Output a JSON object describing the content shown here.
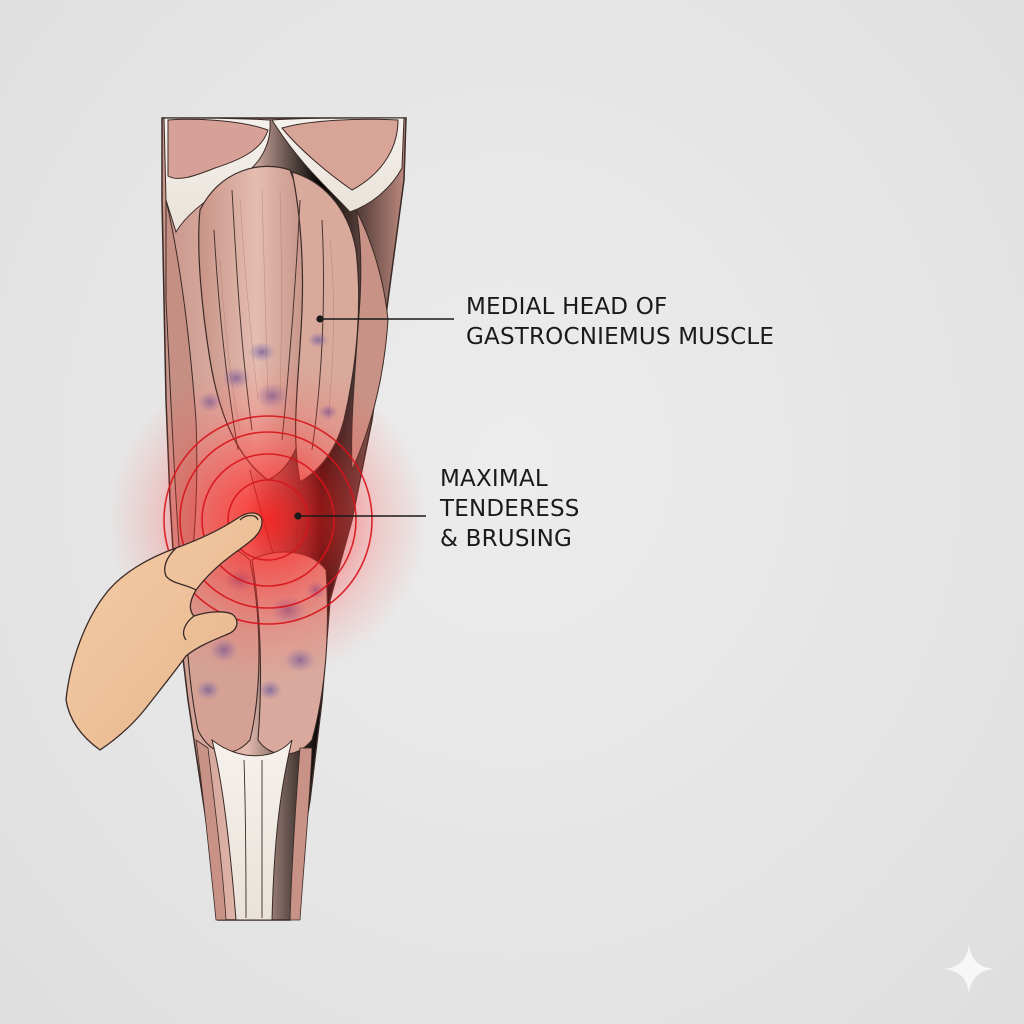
{
  "labels": {
    "medial_head": {
      "line1": "MEDIAL HEAD OF",
      "line2": "GASTROCNIEMUS MUSCLE"
    },
    "tenderness": {
      "line1": "MAXIMAL",
      "line2": "TENDERESS",
      "line3": "& BRUSING"
    }
  },
  "colors": {
    "background": "#e6e6e6",
    "muscle": "#d9a79a",
    "muscle_dark": "#b87f72",
    "tendon": "#f1ece6",
    "bruise": "#6b5a9e",
    "pain_red": "#e0121b",
    "skin": "#f0c49c",
    "leader_line": "#1a1a1a"
  },
  "icons": {
    "corner_mark": "sparkle-icon"
  }
}
